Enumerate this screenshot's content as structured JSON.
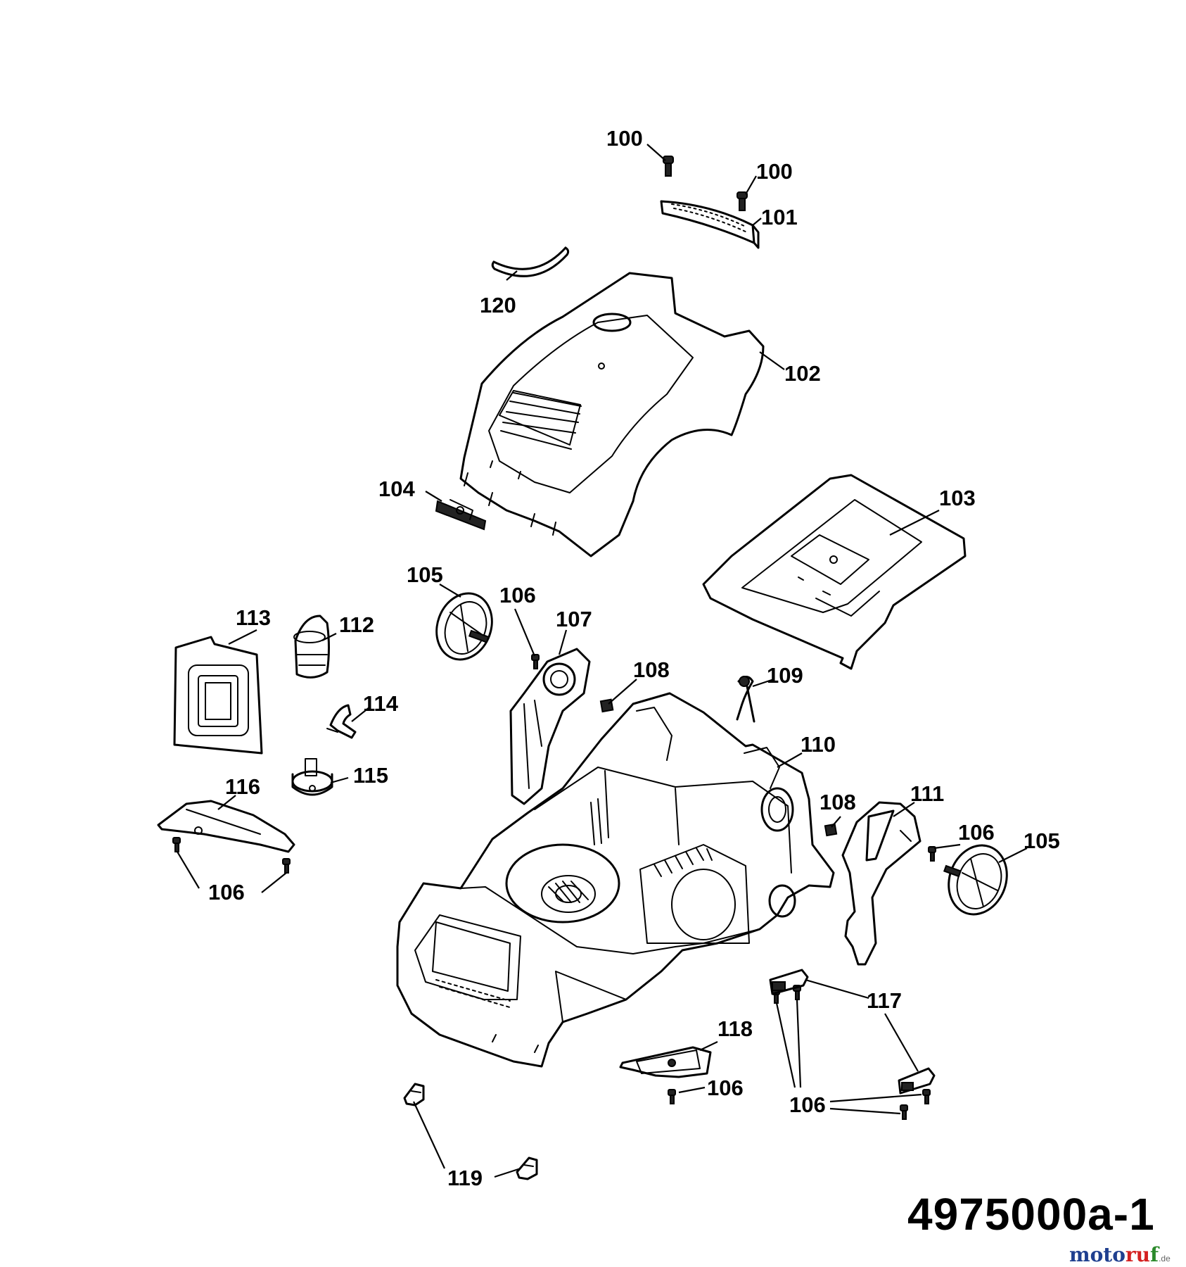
{
  "diagram_id": "4975000a-1",
  "watermark": {
    "part1": "moto",
    "part2": "ru",
    "part3": "f",
    "part4": ".de"
  },
  "callouts": [
    {
      "id": "c100a",
      "text": "100"
    },
    {
      "id": "c100b",
      "text": "100"
    },
    {
      "id": "c101",
      "text": "101"
    },
    {
      "id": "c120",
      "text": "120"
    },
    {
      "id": "c102",
      "text": "102"
    },
    {
      "id": "c104",
      "text": "104"
    },
    {
      "id": "c103",
      "text": "103"
    },
    {
      "id": "c105a",
      "text": "105"
    },
    {
      "id": "c106a",
      "text": "106"
    },
    {
      "id": "c107",
      "text": "107"
    },
    {
      "id": "c113",
      "text": "113"
    },
    {
      "id": "c112",
      "text": "112"
    },
    {
      "id": "c108a",
      "text": "108"
    },
    {
      "id": "c109",
      "text": "109"
    },
    {
      "id": "c114",
      "text": "114"
    },
    {
      "id": "c110",
      "text": "110"
    },
    {
      "id": "c115",
      "text": "115"
    },
    {
      "id": "c116",
      "text": "116"
    },
    {
      "id": "c108b",
      "text": "108"
    },
    {
      "id": "c111",
      "text": "111"
    },
    {
      "id": "c106b",
      "text": "106"
    },
    {
      "id": "c105b",
      "text": "105"
    },
    {
      "id": "c106c",
      "text": "106"
    },
    {
      "id": "c117",
      "text": "117"
    },
    {
      "id": "c118",
      "text": "118"
    },
    {
      "id": "c106d",
      "text": "106"
    },
    {
      "id": "c106e",
      "text": "106"
    },
    {
      "id": "c119",
      "text": "119"
    }
  ]
}
